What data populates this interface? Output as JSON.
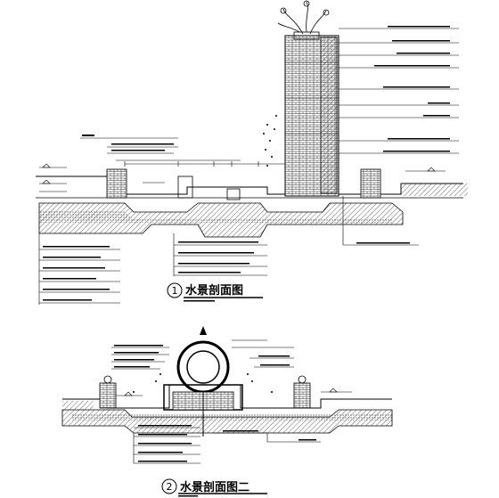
{
  "drawing": {
    "section_1": {
      "number": "1",
      "title": "水景剖面图"
    },
    "section_2": {
      "number": "2",
      "title": "水景剖面图二"
    }
  },
  "colors": {
    "line": "#000000",
    "background": "#ffffff",
    "hatch": "#555555"
  }
}
